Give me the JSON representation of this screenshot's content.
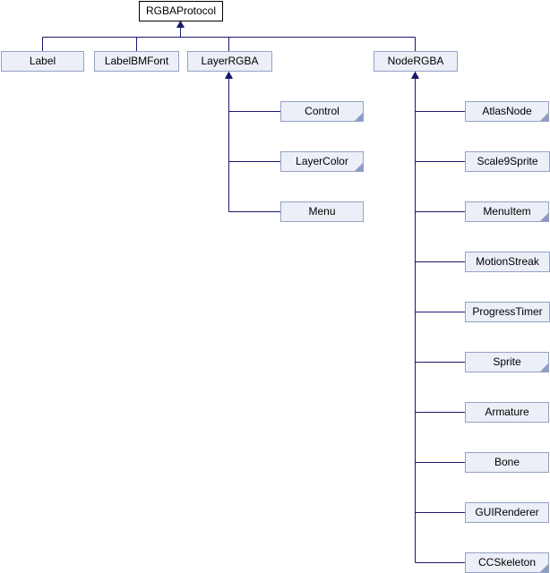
{
  "diagram": {
    "type": "class-inheritance-graph",
    "root": {
      "label": "RGBAProtocol"
    },
    "level1": [
      {
        "label": "Label"
      },
      {
        "label": "LabelBMFont"
      },
      {
        "label": "LayerRGBA"
      },
      {
        "label": "NodeRGBA"
      }
    ],
    "layer_rgba_children": [
      {
        "label": "Control",
        "truncated": true
      },
      {
        "label": "LayerColor",
        "truncated": true
      },
      {
        "label": "Menu",
        "truncated": false
      }
    ],
    "node_rgba_children": [
      {
        "label": "AtlasNode",
        "truncated": true
      },
      {
        "label": "Scale9Sprite",
        "truncated": false
      },
      {
        "label": "MenuItem",
        "truncated": true
      },
      {
        "label": "MotionStreak",
        "truncated": false
      },
      {
        "label": "ProgressTimer",
        "truncated": false
      },
      {
        "label": "Sprite",
        "truncated": true
      },
      {
        "label": "Armature",
        "truncated": false
      },
      {
        "label": "Bone",
        "truncated": false
      },
      {
        "label": "GUIRenderer",
        "truncated": false
      },
      {
        "label": "CCSkeleton",
        "truncated": true
      }
    ],
    "colors": {
      "edge": "#191970",
      "node_fill": "#eceff7",
      "node_border": "#95a1c6",
      "root_fill": "#ffffff",
      "root_border": "#000000",
      "fold_marker": "#8c9cc4",
      "text": "#000000",
      "background": "#ffffff"
    }
  }
}
